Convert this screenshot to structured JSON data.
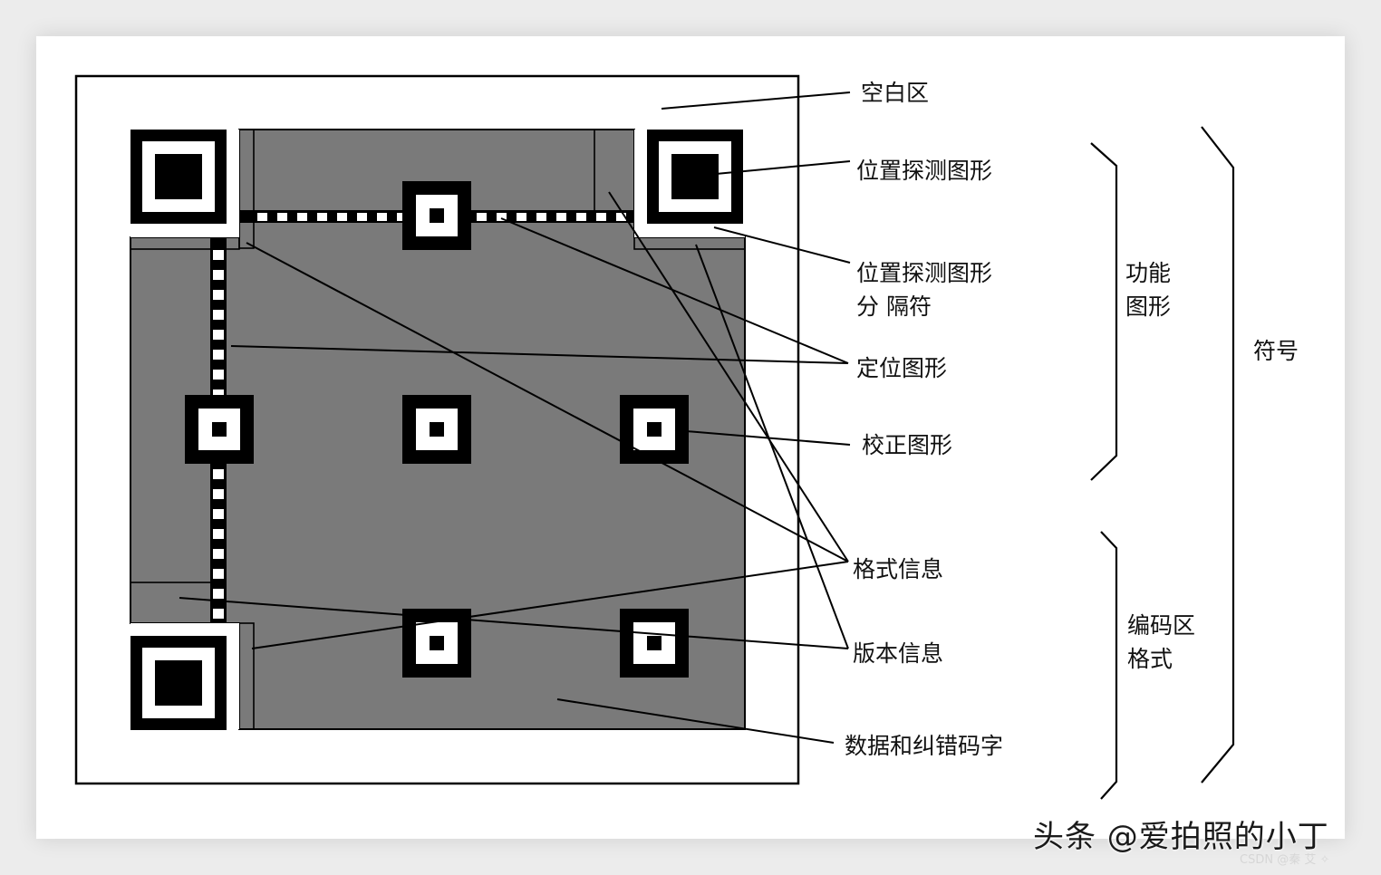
{
  "labels": {
    "quiet_zone": "空白区",
    "finder_pattern": "位置探测图形",
    "finder_separator": "位置探测图形\n分 隔符",
    "timing_pattern": "定位图形",
    "alignment_pattern": "校正图形",
    "format_info": "格式信息",
    "version_info": "版本信息",
    "data_codewords": "数据和纠错码字"
  },
  "groups": {
    "function_patterns": "功能\n图形",
    "encoding_region": "编码区\n格式",
    "symbol": "符号"
  },
  "watermark": "头条 @爱拍照的小丁",
  "csdn_mark": "CSDN @秦 艾 ✧",
  "colors": {
    "background": "#ececec",
    "card": "#ffffff",
    "data_region": "#7a7a7a",
    "module_dark": "#000000",
    "module_light": "#ffffff"
  }
}
